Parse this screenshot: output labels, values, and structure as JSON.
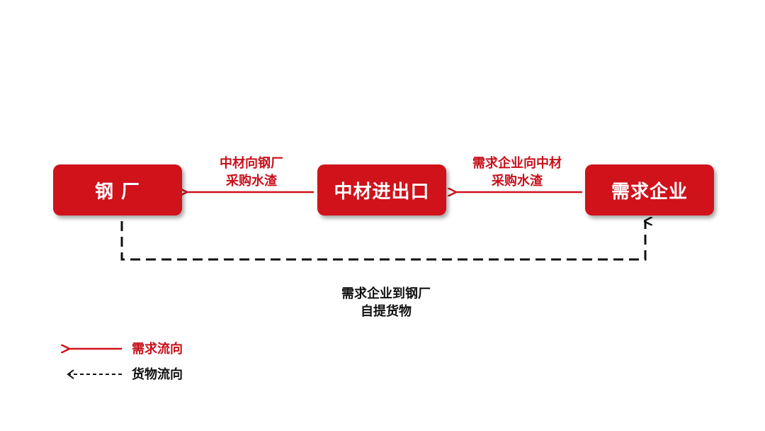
{
  "nodes": {
    "steel": "钢 厂",
    "zhongcai": "中材进出口",
    "demand": "需求企业"
  },
  "flows": {
    "zhongcai_to_steel": [
      "中材向钢厂",
      "采购水渣"
    ],
    "demand_to_zhongcai": [
      "需求企业向中材",
      "采购水渣"
    ],
    "self_pickup": [
      "需求企业到钢厂",
      "自提货物"
    ]
  },
  "legend": {
    "demand_flow": "需求流向",
    "goods_flow": "货物流向"
  },
  "colors": {
    "accent": "#d0121b",
    "goods_line": "#111111"
  }
}
